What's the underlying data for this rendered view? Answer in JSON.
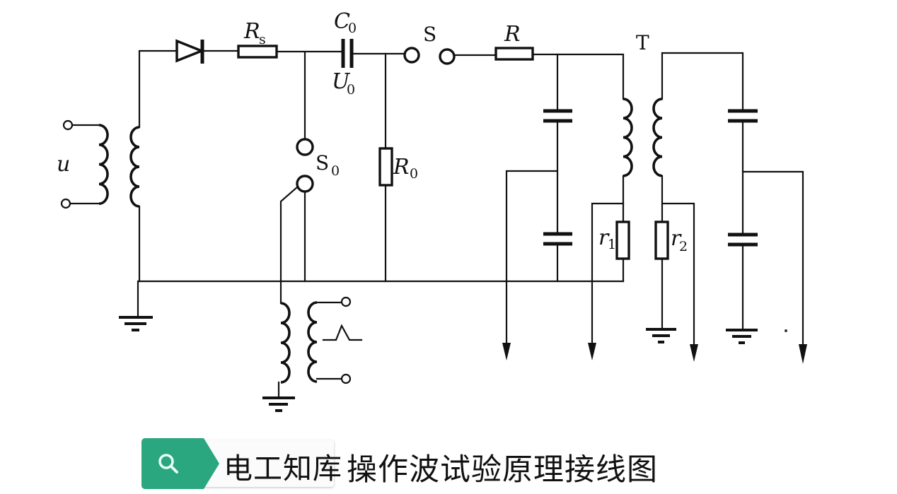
{
  "diagram": {
    "title": "操作波试验原理接线图",
    "labels": {
      "source_voltage": "u",
      "series_resistor": {
        "main": "R",
        "sub": "s"
      },
      "capacitor": {
        "main": "C",
        "sub": "0"
      },
      "capacitor_voltage": {
        "main": "U",
        "sub": "0"
      },
      "switch": "S",
      "resistor_r": "R",
      "transformer": "T",
      "switch_s0": {
        "main": "S",
        "sub": "0"
      },
      "resistor_r0": {
        "main": "R",
        "sub": "0"
      },
      "resistor_r1": {
        "main": "r",
        "sub": "1"
      },
      "resistor_r2": {
        "main": "r",
        "sub": "2"
      }
    },
    "components": [
      "input-transformer",
      "diode",
      "resistor-Rs",
      "capacitor-C0",
      "switch-S",
      "resistor-R",
      "switch-S0",
      "resistor-R0",
      "trigger-transformer",
      "capacitive-divider-primary",
      "transformer-T",
      "resistor-r1",
      "resistor-r2",
      "capacitive-divider-secondary",
      "output-arrows"
    ],
    "trigger_pulse_symbol": "pulse-icon"
  },
  "footer": {
    "brand_label": "电工知库",
    "brand_icon": "search-icon",
    "brand_color": "#2aa77e",
    "caption": "操作波试验原理接线图"
  }
}
